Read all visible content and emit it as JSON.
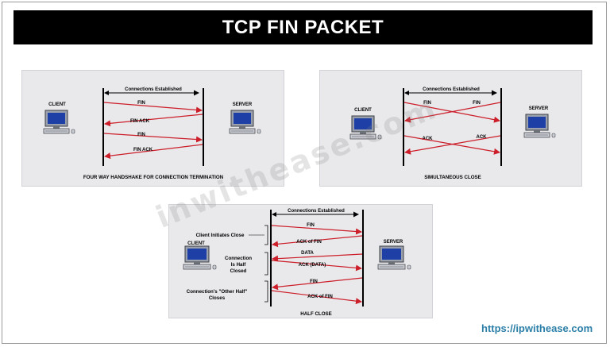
{
  "title": "TCP FIN PACKET",
  "url": "https://ipwithease.com",
  "watermark": "inwithease.com",
  "colors": {
    "arrow": "#cc1f2a",
    "line": "#000000",
    "panel": "#e9e9ec",
    "url": "#2c7fa8"
  },
  "icons": [
    "client-computer-icon",
    "server-computer-icon"
  ],
  "panel1": {
    "client_label": "CLIENT",
    "server_label": "SERVER",
    "established": "Connections Established",
    "caption": "FOUR WAY HANDSHAKE FOR CONNECTION TERMINATION",
    "msgs": [
      "FIN",
      "FIN ACK",
      "FIN",
      "FIN ACK"
    ]
  },
  "panel2": {
    "client_label": "CLIENT",
    "server_label": "SERVER",
    "established": "Connections Established",
    "caption": "SIMULTANEOUS CLOSE",
    "msgs": [
      "FIN",
      "FIN",
      "ACK",
      "ACK"
    ]
  },
  "panel3": {
    "client_label": "CLIENT",
    "server_label": "SERVER",
    "established": "Connections Established",
    "caption": "HALF CLOSE",
    "msgs": [
      "FIN",
      "ACK of FIN",
      "DATA",
      "ACK (DATA)",
      "FIN",
      "ACK of FIN"
    ],
    "notes": {
      "initiates": "Client Initiates Close",
      "half_line1": "Connection",
      "half_line2": "Is Half",
      "half_line3": "Closed",
      "other_line1": "Connection's \"Other Half\"",
      "other_line2": "Closes"
    }
  }
}
